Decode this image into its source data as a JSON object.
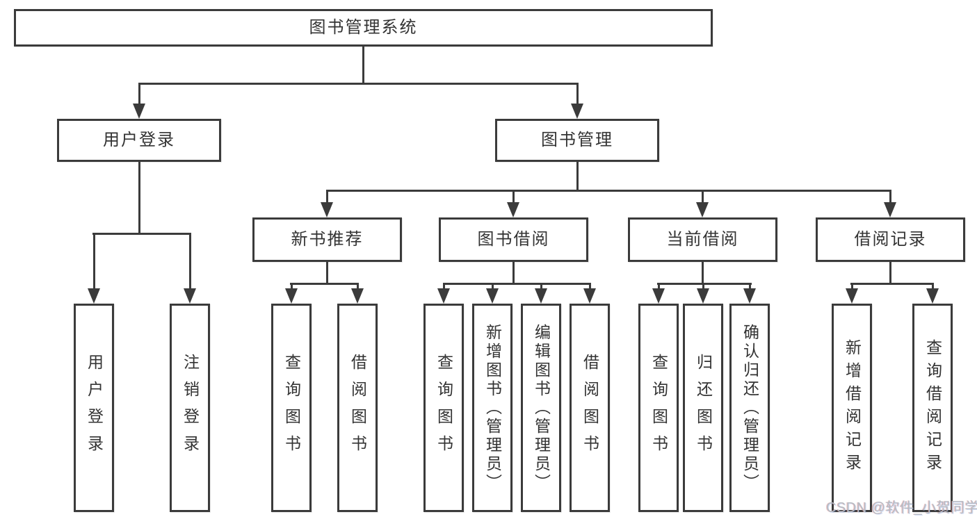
{
  "diagram": {
    "root": {
      "label": "图书管理系统"
    },
    "level2": [
      {
        "label": "用户登录"
      },
      {
        "label": "图书管理"
      }
    ],
    "level3": [
      {
        "label": "新书推荐"
      },
      {
        "label": "图书借阅"
      },
      {
        "label": "当前借阅"
      },
      {
        "label": "借阅记录"
      }
    ],
    "leaves": {
      "login": [
        {
          "label": "用户登录"
        },
        {
          "label": "注销登录"
        }
      ],
      "recommend": [
        {
          "label": "查询图书"
        },
        {
          "label": "借阅图书"
        }
      ],
      "borrow": [
        {
          "label": "查询图书"
        },
        {
          "label": "新增图书（管理员）"
        },
        {
          "label": "编辑图书（管理员）"
        },
        {
          "label": "借阅图书"
        }
      ],
      "current": [
        {
          "label": "查询图书"
        },
        {
          "label": "归还图书"
        },
        {
          "label": "确认归还（管理员）"
        }
      ],
      "records": [
        {
          "label": "新增借阅记录"
        },
        {
          "label": "查询借阅记录"
        }
      ]
    },
    "watermark": "CSDN @软件_小贺同学",
    "colors": {
      "line": "#3b3b3b",
      "text": "#333333",
      "box_bg": "#ffffff",
      "background": "#ffffff",
      "watermark": "#b7bcc3"
    }
  }
}
